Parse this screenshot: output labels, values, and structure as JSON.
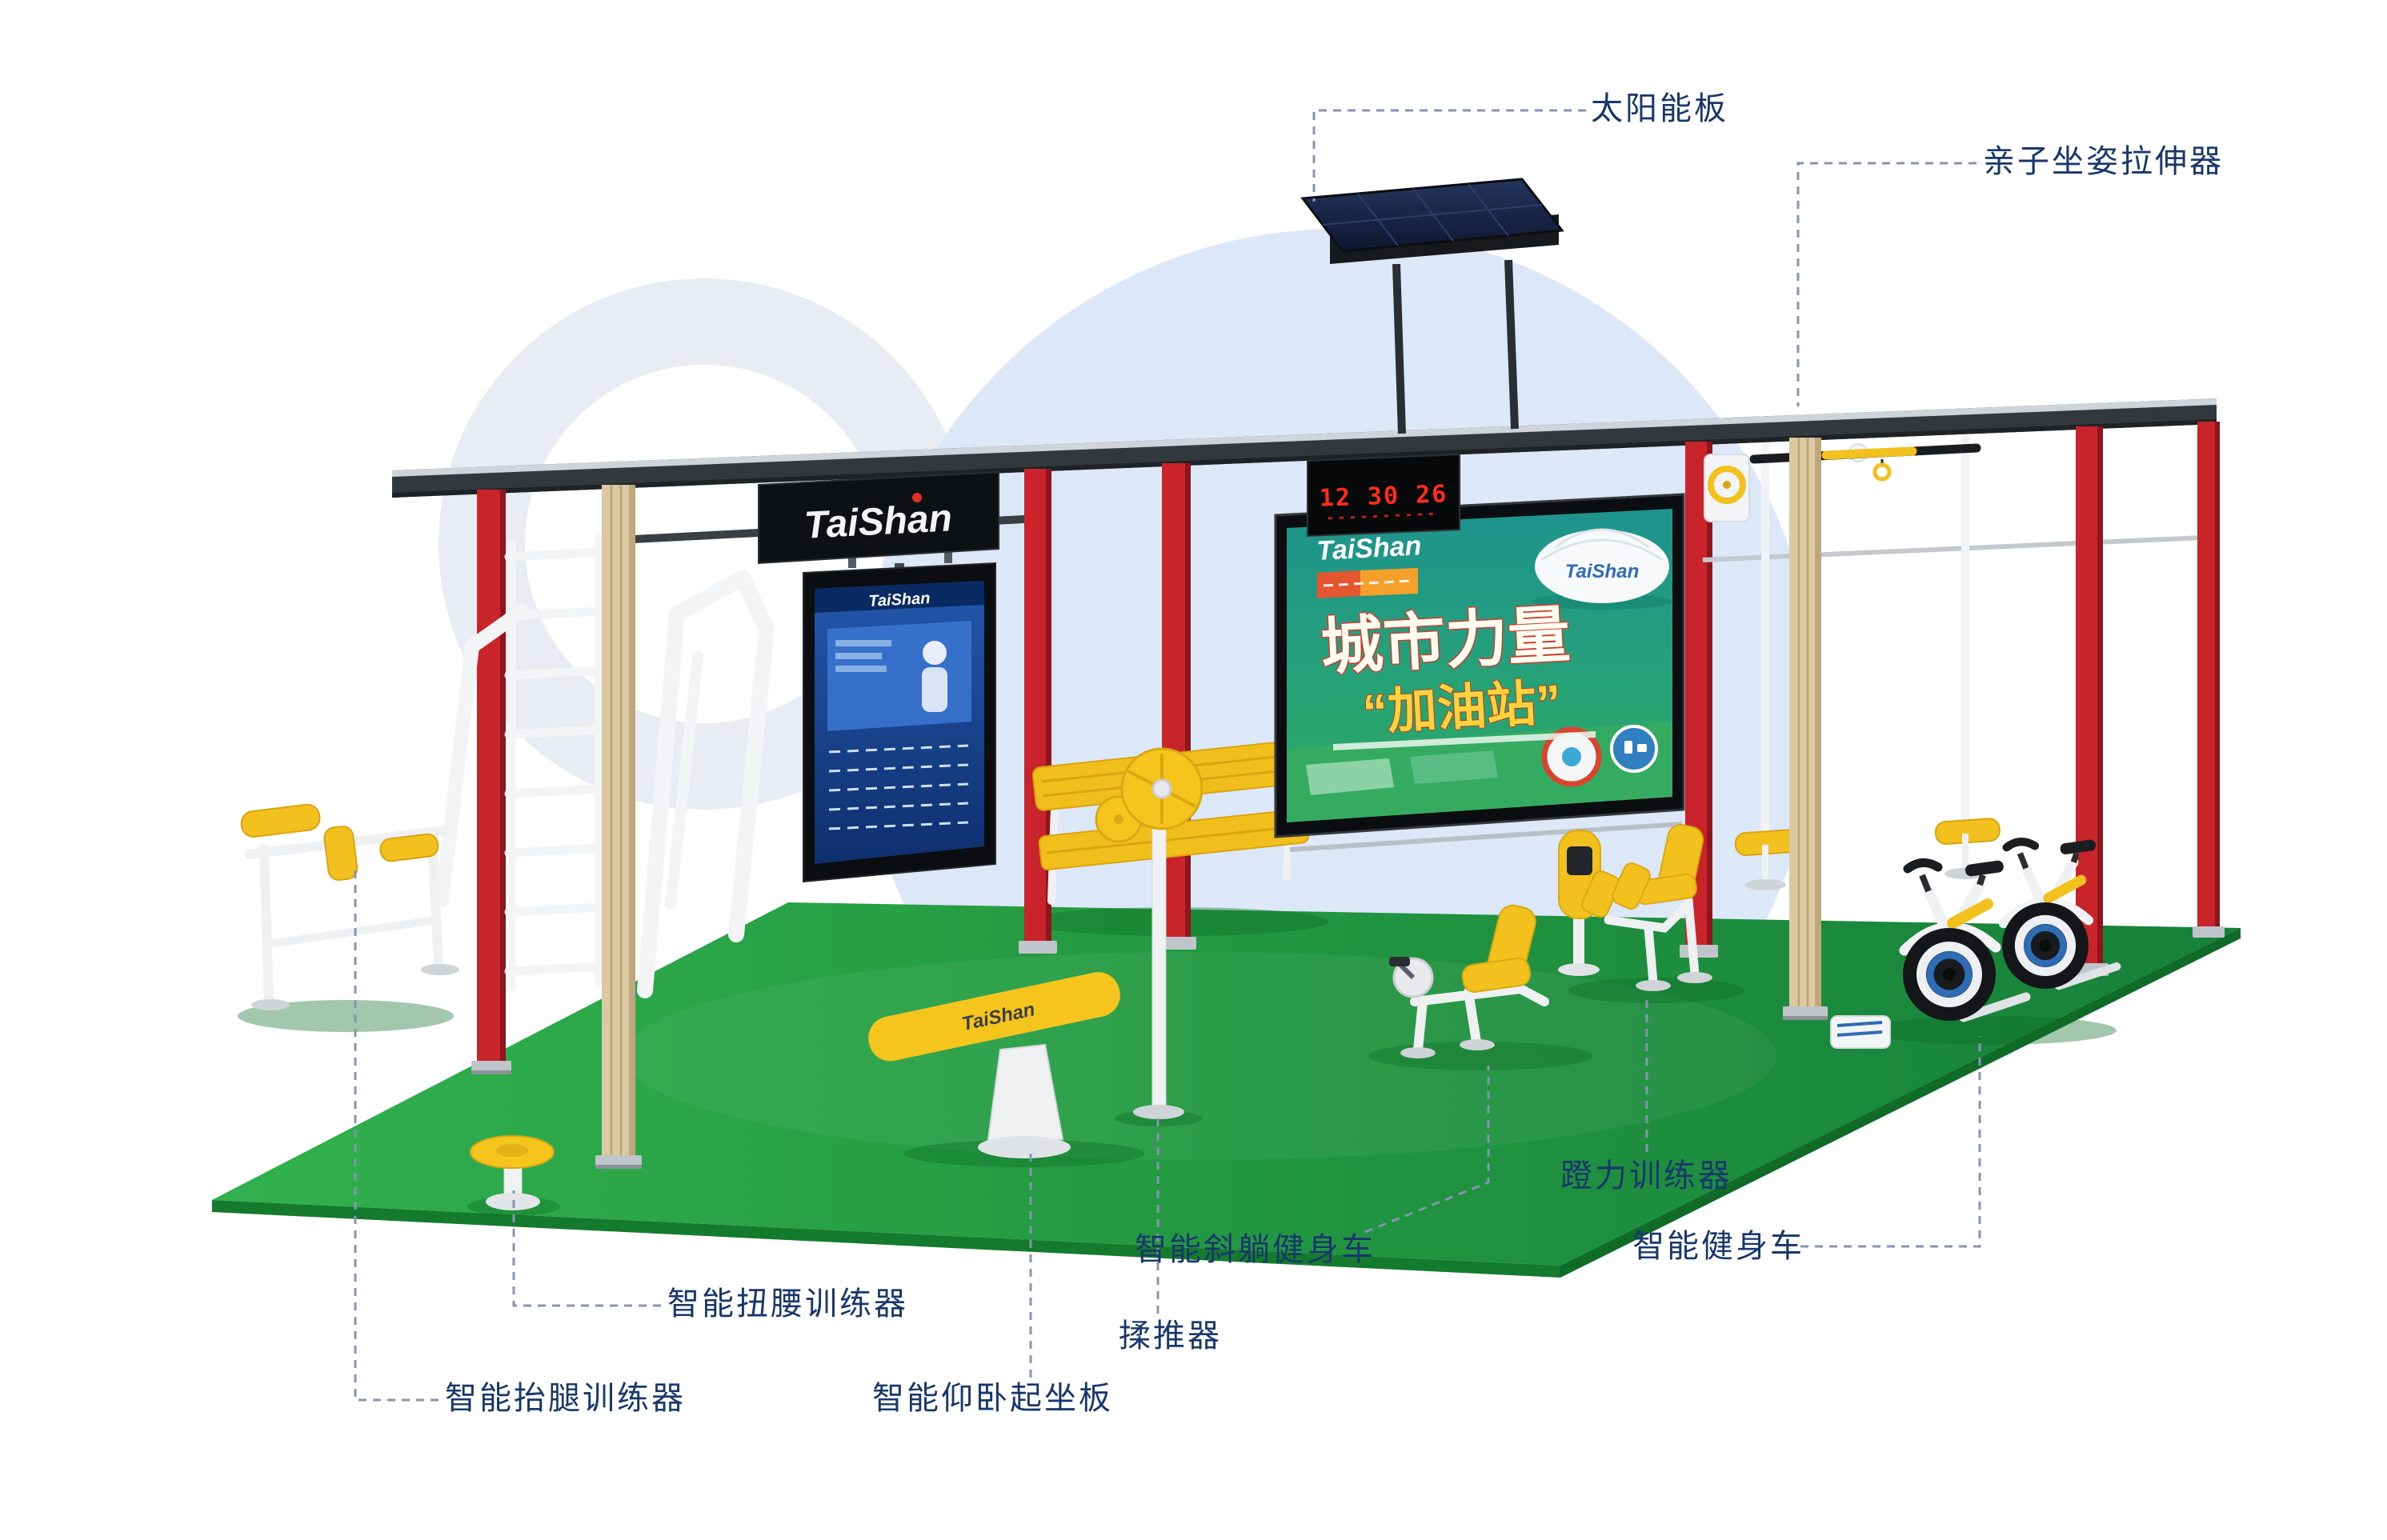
{
  "labels": {
    "solar_panel": "太阳能板",
    "parent_child_stretcher": "亲子坐姿拉伸器",
    "leg_press_trainer": "蹬力训练器",
    "smart_exercise_bike": "智能健身车",
    "smart_recumbent_bike": "智能斜躺健身车",
    "kneading_pusher": "揉推器",
    "waist_twister": "智能扭腰训练器",
    "leg_lift_trainer": "智能抬腿训练器",
    "situp_board": "智能仰卧起坐板"
  },
  "station": {
    "brand_sign": "TaiShan",
    "clock_time": "12 30 26",
    "kiosk_brand": "TaiShan",
    "board_brand": "TaiShan",
    "screen": {
      "brand": "TaiShan",
      "dome_brand": "TaiShan",
      "title": "城市力量",
      "subtitle": "“加油站”"
    }
  },
  "colors": {
    "label_text": "#18386b",
    "leader_line": "#8496b3",
    "pillar_red": "#c9242c",
    "wood_pillar": "#dbc9a4",
    "turf_green": "#27a344",
    "equipment_yellow": "#f2c11d",
    "background_circle": "#dce7f8",
    "clock_digits": "#ff2b1c"
  }
}
